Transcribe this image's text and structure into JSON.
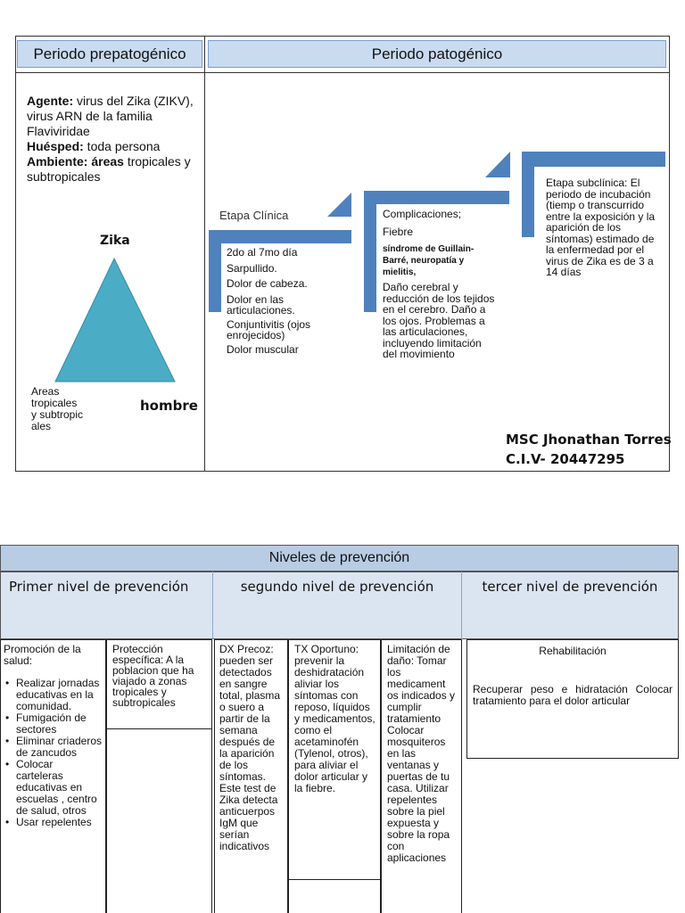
{
  "historia_natural": {
    "prepatogenico": {
      "header": "Periodo prepatogénico",
      "agente_label": "Agente:",
      "agente_text": " virus del Zika (ZIKV), virus ARN de la familia Flaviviridae",
      "huesped_label": "Huésped:",
      "huesped_text": " toda persona",
      "ambiente_label": "Ambiente: áreas",
      "ambiente_text": " tropicales y subtropicales",
      "triangle_top": "Zika",
      "triangle_left": "Areas tropicales y subtropic ales",
      "triangle_right": "hombre"
    },
    "patogenico": {
      "header": "Periodo patogénico",
      "etapa_clinica": "Etapa Clínica",
      "clinica_items": [
        "2do al 7mo  día",
        "Sarpullido.",
        "Dolor de cabeza.",
        "Dolor en las articulaciones.",
        "Conjuntivitis (ojos enrojecidos)",
        "Dolor muscular"
      ],
      "complicaciones_1": "Complicaciones;",
      "complicaciones_2": "Fiebre",
      "complicaciones_3": "síndrome de Guillain-Barré, neuropatía y mielitis,",
      "complicaciones_4": "Daño cerebral y reducción de los tejidos en el cerebro. Daño a los ojos. Problemas a las articulaciones, incluyendo limitación del movimiento",
      "subclinica": "Etapa subclínica: El periodo de incubación (tiemp o transcurrido entre la exposición y la aparición de los síntomas) estimado de la enfermedad por el virus de Zika es de 3 a 14 días"
    },
    "autor": "MSC Jhonathan Torres",
    "civ": "C.I.V- 20447295"
  },
  "prevencion": {
    "title": "Niveles de prevención",
    "nivel1": "Primer nivel de prevención",
    "nivel2": "segundo nivel de prevención",
    "nivel3": "tercer nivel de prevención",
    "promocion_title": "Promoción de la salud:",
    "promocion_items": [
      "Realizar jornadas educativas en la comunidad.",
      "Fumigación de sectores",
      "Eliminar criaderos de zancudos",
      "Colocar carteleras educativas en escuelas , centro de salud, otros",
      "Usar repelentes"
    ],
    "proteccion": "Protección específica: A la poblacion que ha viajado a zonas tropicales y subtropicales",
    "dx": "DX Precoz: pueden ser detectados en sangre total, plasma o suero a partir de la semana después de la aparición de los síntomas. Este test de Zika detecta anticuerpos IgM que serían indicativos",
    "tx": "TX Oportuno: prevenir la deshidratación aliviar los síntomas con reposo, líquidos y medicamentos, como el acetaminofén (Tylenol, otros), para aliviar el dolor articular y la fiebre.",
    "limitacion": "Limitación de daño: Tomar los medicament os indicados y cumplir tratamiento Colocar mosquiteros en las ventanas y puertas de tu casa. Utilizar repelentes sobre la piel expuesta y sobre la ropa con aplicaciones",
    "rehab_title": "Rehabilitación",
    "rehab_text": "Recuperar peso e hidratación Colocar tratamiento para el dolor articular"
  },
  "colors": {
    "header_fill": "#c9dbef",
    "arrow_fill": "#4f81bd",
    "triangle_fill": "#4bacc6"
  }
}
